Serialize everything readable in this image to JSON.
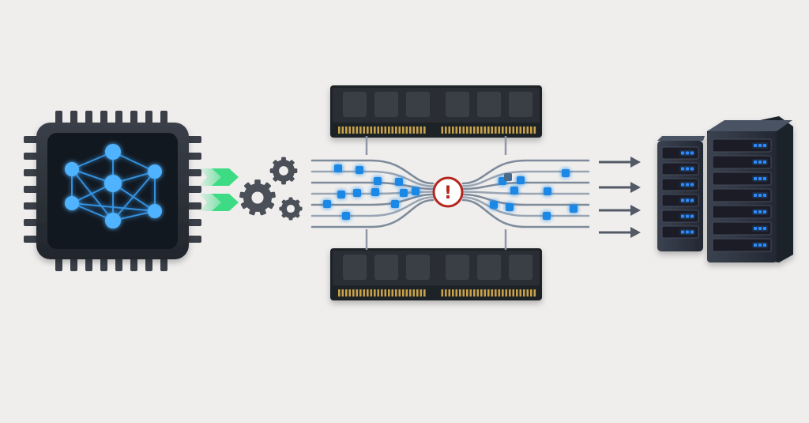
{
  "diagram": {
    "background": "#efeeed",
    "colors": {
      "chip_body": "#2b2f36",
      "chip_core": "#121820",
      "neural_glow": "#3aa6ff",
      "green_arrow": "#3ddc84",
      "gear": "#4b4f57",
      "memory_body": "#1f2226",
      "memory_chip": "#3a3e45",
      "gold_contacts": "#c8a24a",
      "data_packet": "#1e88e5",
      "wire": "#8e98a6",
      "alert_red": "#b3261e",
      "output_arrow": "#535a66",
      "server_body": "#2e3440",
      "server_led": "#2f8bff"
    },
    "components": [
      {
        "id": "ai-processor",
        "icon": "neural-network-chip-icon"
      },
      {
        "id": "input-arrows",
        "icon": "double-chevron-arrow-icon",
        "count": 2
      },
      {
        "id": "processing-gears",
        "icon": "gear-icon",
        "count": 3
      },
      {
        "id": "memory-modules",
        "icon": "ram-module-icon",
        "count": 2
      },
      {
        "id": "data-stream",
        "icon": "data-packet-icon"
      },
      {
        "id": "bottleneck-alert",
        "icon": "exclamation-alert-icon"
      },
      {
        "id": "output-arrows",
        "icon": "arrow-right-icon",
        "count": 4
      },
      {
        "id": "servers",
        "icon": "server-rack-icon",
        "count": 2
      }
    ],
    "alert": {
      "symbol": "!"
    }
  }
}
